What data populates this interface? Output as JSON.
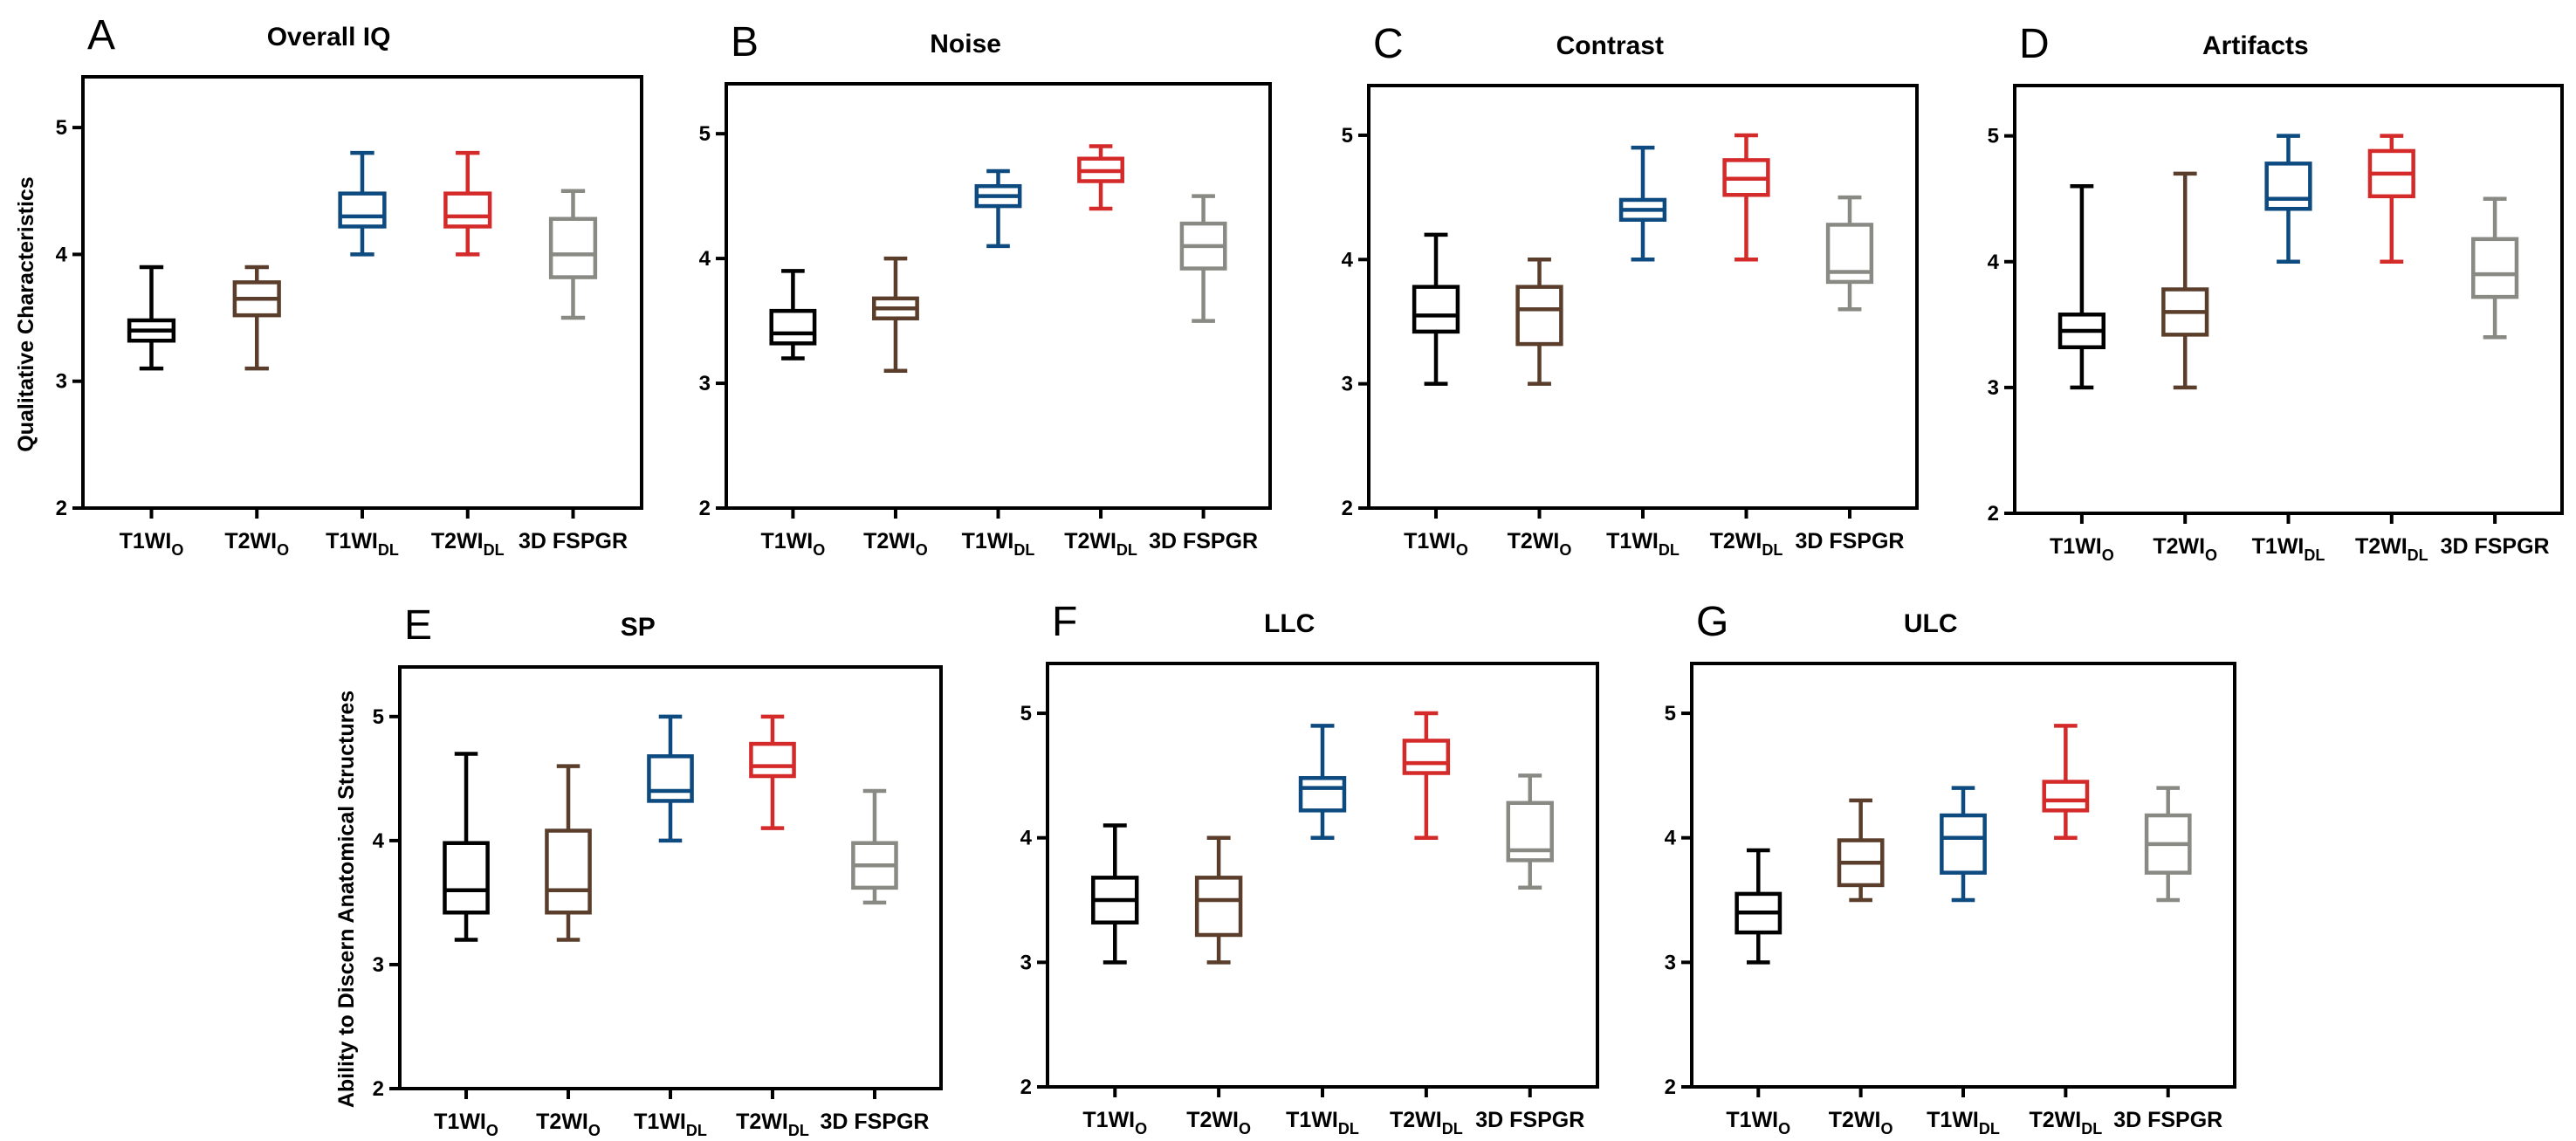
{
  "series_colors": [
    "#000000",
    "#5a3e2b",
    "#0d4a7f",
    "#d42a2a",
    "#8a8a85"
  ],
  "row_ylabels": [
    "Qualitative Characteristics",
    "Ability to Discern Anatomical Structures"
  ],
  "chart_data": [
    {
      "type": "box",
      "letter": "A",
      "title": "Overall IQ",
      "ylim": [
        2,
        5.4
      ],
      "yticks": [
        2,
        3,
        4,
        5
      ],
      "categories": [
        {
          "base": "T1WI",
          "sub": "O"
        },
        {
          "base": "T2WI",
          "sub": "O"
        },
        {
          "base": "T1WI",
          "sub": "DL"
        },
        {
          "base": "T2WI",
          "sub": "DL"
        },
        {
          "base": "3D FSPGR",
          "sub": ""
        }
      ],
      "boxes": [
        {
          "min": 3.1,
          "q1": 3.32,
          "median": 3.4,
          "q3": 3.48,
          "max": 3.9
        },
        {
          "min": 3.1,
          "q1": 3.52,
          "median": 3.65,
          "q3": 3.78,
          "max": 3.9
        },
        {
          "min": 4.0,
          "q1": 4.22,
          "median": 4.3,
          "q3": 4.48,
          "max": 4.8
        },
        {
          "min": 4.0,
          "q1": 4.22,
          "median": 4.3,
          "q3": 4.48,
          "max": 4.8
        },
        {
          "min": 3.5,
          "q1": 3.82,
          "median": 4.0,
          "q3": 4.28,
          "max": 4.5
        }
      ]
    },
    {
      "type": "box",
      "letter": "B",
      "title": "Noise",
      "ylim": [
        2,
        5.4
      ],
      "yticks": [
        2,
        3,
        4,
        5
      ],
      "categories": [
        {
          "base": "T1WI",
          "sub": "O"
        },
        {
          "base": "T2WI",
          "sub": "O"
        },
        {
          "base": "T1WI",
          "sub": "DL"
        },
        {
          "base": "T2WI",
          "sub": "DL"
        },
        {
          "base": "3D FSPGR",
          "sub": ""
        }
      ],
      "boxes": [
        {
          "min": 3.2,
          "q1": 3.32,
          "median": 3.4,
          "q3": 3.58,
          "max": 3.9
        },
        {
          "min": 3.1,
          "q1": 3.52,
          "median": 3.6,
          "q3": 3.68,
          "max": 4.0
        },
        {
          "min": 4.1,
          "q1": 4.42,
          "median": 4.5,
          "q3": 4.58,
          "max": 4.7
        },
        {
          "min": 4.4,
          "q1": 4.62,
          "median": 4.7,
          "q3": 4.8,
          "max": 4.9
        },
        {
          "min": 3.5,
          "q1": 3.92,
          "median": 4.1,
          "q3": 4.28,
          "max": 4.5
        }
      ]
    },
    {
      "type": "box",
      "letter": "C",
      "title": "Contrast",
      "ylim": [
        2,
        5.4
      ],
      "yticks": [
        2,
        3,
        4,
        5
      ],
      "categories": [
        {
          "base": "T1WI",
          "sub": "O"
        },
        {
          "base": "T2WI",
          "sub": "O"
        },
        {
          "base": "T1WI",
          "sub": "DL"
        },
        {
          "base": "T2WI",
          "sub": "DL"
        },
        {
          "base": "3D FSPGR",
          "sub": ""
        }
      ],
      "boxes": [
        {
          "min": 3.0,
          "q1": 3.42,
          "median": 3.55,
          "q3": 3.78,
          "max": 4.2
        },
        {
          "min": 3.0,
          "q1": 3.32,
          "median": 3.6,
          "q3": 3.78,
          "max": 4.0
        },
        {
          "min": 4.0,
          "q1": 4.32,
          "median": 4.4,
          "q3": 4.48,
          "max": 4.9
        },
        {
          "min": 4.0,
          "q1": 4.52,
          "median": 4.65,
          "q3": 4.8,
          "max": 5.0
        },
        {
          "min": 3.6,
          "q1": 3.82,
          "median": 3.9,
          "q3": 4.28,
          "max": 4.5
        }
      ]
    },
    {
      "type": "box",
      "letter": "D",
      "title": "Artifacts",
      "ylim": [
        2,
        5.4
      ],
      "yticks": [
        2,
        3,
        4,
        5
      ],
      "categories": [
        {
          "base": "T1WI",
          "sub": "O"
        },
        {
          "base": "T2WI",
          "sub": "O"
        },
        {
          "base": "T1WI",
          "sub": "DL"
        },
        {
          "base": "T2WI",
          "sub": "DL"
        },
        {
          "base": "3D FSPGR",
          "sub": ""
        }
      ],
      "boxes": [
        {
          "min": 3.0,
          "q1": 3.32,
          "median": 3.45,
          "q3": 3.58,
          "max": 4.6
        },
        {
          "min": 3.0,
          "q1": 3.42,
          "median": 3.6,
          "q3": 3.78,
          "max": 4.7
        },
        {
          "min": 4.0,
          "q1": 4.42,
          "median": 4.5,
          "q3": 4.78,
          "max": 5.0
        },
        {
          "min": 4.0,
          "q1": 4.52,
          "median": 4.7,
          "q3": 4.88,
          "max": 5.0
        },
        {
          "min": 3.4,
          "q1": 3.72,
          "median": 3.9,
          "q3": 4.18,
          "max": 4.5
        }
      ]
    },
    {
      "type": "box",
      "letter": "E",
      "title": "SP",
      "ylim": [
        2,
        5.4
      ],
      "yticks": [
        2,
        3,
        4,
        5
      ],
      "categories": [
        {
          "base": "T1WI",
          "sub": "O"
        },
        {
          "base": "T2WI",
          "sub": "O"
        },
        {
          "base": "T1WI",
          "sub": "DL"
        },
        {
          "base": "T2WI",
          "sub": "DL"
        },
        {
          "base": "3D FSPGR",
          "sub": ""
        }
      ],
      "boxes": [
        {
          "min": 3.2,
          "q1": 3.42,
          "median": 3.6,
          "q3": 3.98,
          "max": 4.7
        },
        {
          "min": 3.2,
          "q1": 3.42,
          "median": 3.6,
          "q3": 4.08,
          "max": 4.6
        },
        {
          "min": 4.0,
          "q1": 4.32,
          "median": 4.4,
          "q3": 4.68,
          "max": 5.0
        },
        {
          "min": 4.1,
          "q1": 4.52,
          "median": 4.6,
          "q3": 4.78,
          "max": 5.0
        },
        {
          "min": 3.5,
          "q1": 3.62,
          "median": 3.8,
          "q3": 3.98,
          "max": 4.4
        }
      ]
    },
    {
      "type": "box",
      "letter": "F",
      "title": "LLC",
      "ylim": [
        2,
        5.4
      ],
      "yticks": [
        2,
        3,
        4,
        5
      ],
      "categories": [
        {
          "base": "T1WI",
          "sub": "O"
        },
        {
          "base": "T2WI",
          "sub": "O"
        },
        {
          "base": "T1WI",
          "sub": "DL"
        },
        {
          "base": "T2WI",
          "sub": "DL"
        },
        {
          "base": "3D FSPGR",
          "sub": ""
        }
      ],
      "boxes": [
        {
          "min": 3.0,
          "q1": 3.32,
          "median": 3.5,
          "q3": 3.68,
          "max": 4.1
        },
        {
          "min": 3.0,
          "q1": 3.22,
          "median": 3.5,
          "q3": 3.68,
          "max": 4.0
        },
        {
          "min": 4.0,
          "q1": 4.22,
          "median": 4.4,
          "q3": 4.48,
          "max": 4.9
        },
        {
          "min": 4.0,
          "q1": 4.52,
          "median": 4.6,
          "q3": 4.78,
          "max": 5.0
        },
        {
          "min": 3.6,
          "q1": 3.82,
          "median": 3.9,
          "q3": 4.28,
          "max": 4.5
        }
      ]
    },
    {
      "type": "box",
      "letter": "G",
      "title": "ULC",
      "ylim": [
        2,
        5.4
      ],
      "yticks": [
        2,
        3,
        4,
        5
      ],
      "categories": [
        {
          "base": "T1WI",
          "sub": "O"
        },
        {
          "base": "T2WI",
          "sub": "O"
        },
        {
          "base": "T1WI",
          "sub": "DL"
        },
        {
          "base": "T2WI",
          "sub": "DL"
        },
        {
          "base": "3D FSPGR",
          "sub": ""
        }
      ],
      "boxes": [
        {
          "min": 3.0,
          "q1": 3.24,
          "median": 3.4,
          "q3": 3.55,
          "max": 3.9
        },
        {
          "min": 3.5,
          "q1": 3.62,
          "median": 3.8,
          "q3": 3.98,
          "max": 4.3
        },
        {
          "min": 3.5,
          "q1": 3.72,
          "median": 4.0,
          "q3": 4.18,
          "max": 4.4
        },
        {
          "min": 4.0,
          "q1": 4.22,
          "median": 4.3,
          "q3": 4.45,
          "max": 4.9
        },
        {
          "min": 3.5,
          "q1": 3.72,
          "median": 3.95,
          "q3": 4.18,
          "max": 4.4
        }
      ]
    }
  ]
}
